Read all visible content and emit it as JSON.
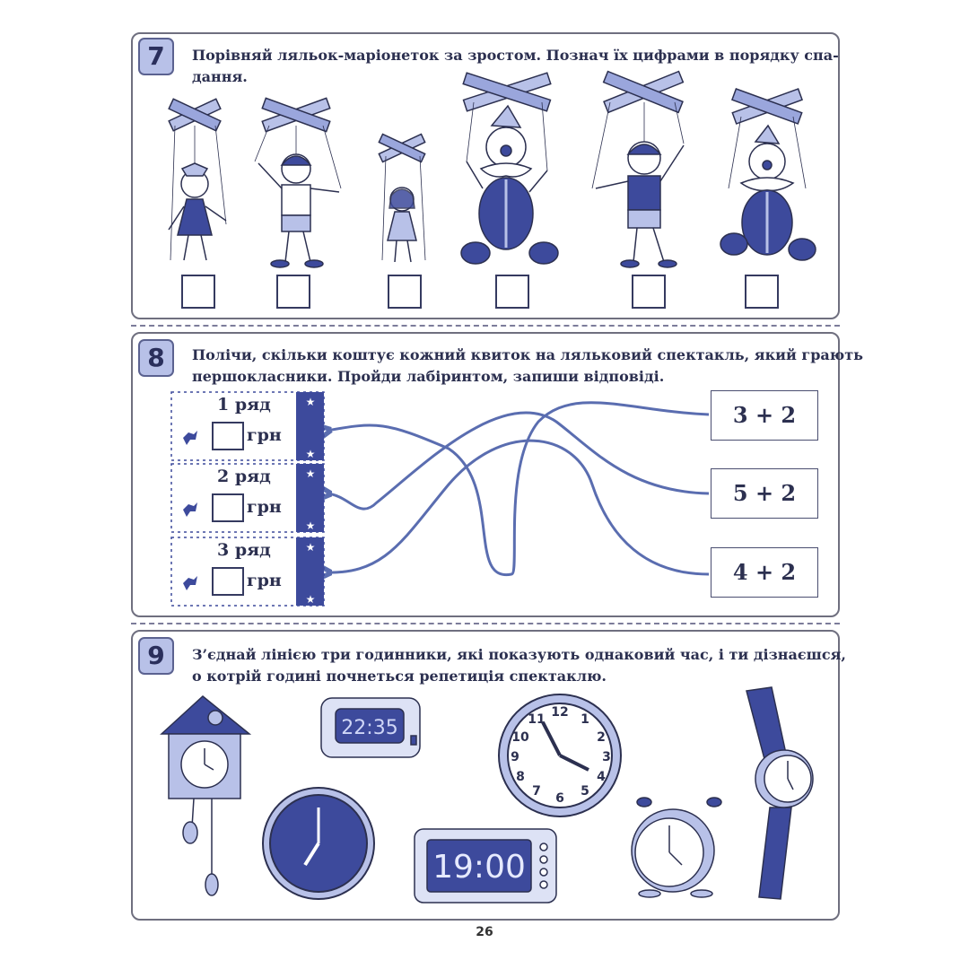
{
  "task7": {
    "number": "7",
    "text_line1": "Порівняй ляльок-маріонеток за зростом. Познач їх цифрами в порядку спа-",
    "text_line2": "дання."
  },
  "task8": {
    "number": "8",
    "text_line1": "Полічи, скільки коштує кожний квиток на ляльковий спектакль, який грають",
    "text_line2": "першокласники. Пройди лабіринтом, запиши відповіді.",
    "tickets": [
      {
        "row": "1 ряд",
        "currency": "грн"
      },
      {
        "row": "2 ряд",
        "currency": "грн"
      },
      {
        "row": "3 ряд",
        "currency": "грн"
      }
    ],
    "expressions": [
      "3 + 2",
      "5 + 2",
      "4 + 2"
    ]
  },
  "task9": {
    "number": "9",
    "text_line1": "З’єднай лінією три годинники, які показують однаковий час, і ти дізнаєшся,",
    "text_line2": "о котрій годині почнеться репетиція спектаклю.",
    "digital_clock_1": "22:35",
    "digital_clock_2": "19:00",
    "dial_numbers": [
      "12",
      "1",
      "2",
      "3",
      "4",
      "5",
      "6",
      "7",
      "8",
      "9",
      "10",
      "11"
    ]
  },
  "page_number": "26",
  "colors": {
    "ink": "#2c3050",
    "blue_fill": "#3d4a9c",
    "light_blue": "#b8c1e8",
    "maze_line": "#5a6db0"
  }
}
